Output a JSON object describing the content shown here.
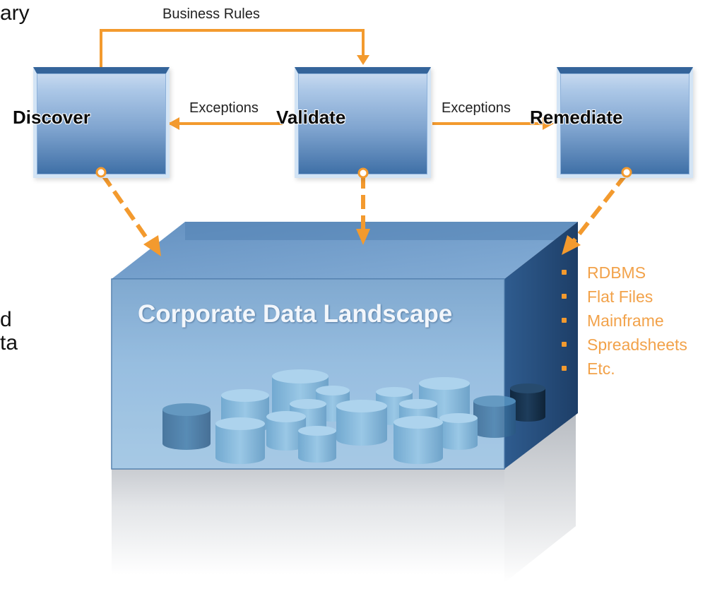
{
  "cropped_text": {
    "top_left": "ary",
    "left_line1": "d",
    "left_line2": "ta"
  },
  "steps": [
    {
      "label": "Discover"
    },
    {
      "label": "Validate"
    },
    {
      "label": "Remediate"
    }
  ],
  "flows": {
    "business_rules": "Business Rules",
    "exceptions_left": "Exceptions",
    "exceptions_right": "Exceptions"
  },
  "landscape": {
    "title": "Corporate Data Landscape",
    "sources": [
      "RDBMS",
      "Flat Files",
      "Mainframe",
      "Spreadsheets",
      "Etc."
    ]
  },
  "colors": {
    "arrow": "#f39a2e",
    "box_top": "#34649a",
    "box_fill": "#7fa4cf",
    "source_text": "#f2a24a"
  }
}
